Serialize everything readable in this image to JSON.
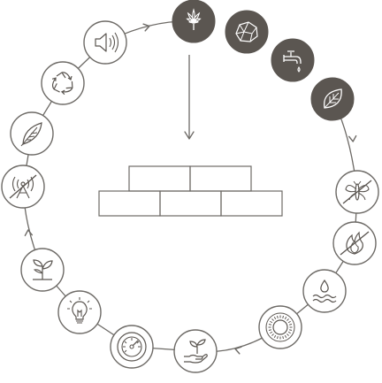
{
  "colors": {
    "background": "#ffffff",
    "line": "#6d6a66",
    "dark_fill": "#5b5651",
    "light_fill": "#ffffff",
    "dark_icon": "#ffffff",
    "light_icon": "#5b5651"
  },
  "cycle_nodes": [
    {
      "icon": "hemp-leaf-icon",
      "style": "dark"
    },
    {
      "icon": "stones-icon",
      "style": "dark"
    },
    {
      "icon": "water-tap-icon",
      "style": "dark"
    },
    {
      "icon": "leaf-icon",
      "style": "dark"
    },
    {
      "icon": "no-insects-icon",
      "style": "light"
    },
    {
      "icon": "no-fire-icon",
      "style": "light"
    },
    {
      "icon": "water-drop-icon",
      "style": "light"
    },
    {
      "icon": "sun-icon",
      "style": "light"
    },
    {
      "icon": "hand-sprout-icon",
      "style": "light"
    },
    {
      "icon": "gauge-icon",
      "style": "light"
    },
    {
      "icon": "light-bulb-icon",
      "style": "light"
    },
    {
      "icon": "seedling-icon",
      "style": "light"
    },
    {
      "icon": "no-signal-icon",
      "style": "light"
    },
    {
      "icon": "feather-icon",
      "style": "light"
    },
    {
      "icon": "recycle-icon",
      "style": "light"
    },
    {
      "icon": "speaker-icon",
      "style": "light"
    }
  ],
  "center": {
    "icon": "brick-wall-icon",
    "arrow": "down-arrow-icon"
  }
}
